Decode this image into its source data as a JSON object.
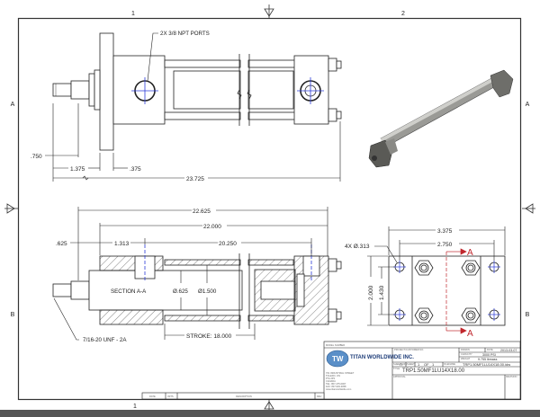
{
  "zones": {
    "columns": [
      "1",
      "2"
    ],
    "rows": [
      "A",
      "B"
    ]
  },
  "top_view": {
    "callout_ports": "2X 3/8 NPT PORTS",
    "dims": {
      "rod_thread_len": ".750",
      "rod_to_flange": "1.375",
      "flange_thickness": ".375",
      "overall": "23.725"
    }
  },
  "section_view": {
    "label": "SECTION A-A",
    "dims": {
      "overall": "22.625",
      "body": "22.000",
      "rod_ext": ".625",
      "port_offset": "1.313",
      "port_to_port": "20.250",
      "rod_dia": "Ø.625",
      "bore_dia": "Ø1.500",
      "stroke": "STROKE: 18.000"
    },
    "thread_callout": "7/16-20 UNF - 2A"
  },
  "end_view": {
    "holes_callout": "4X Ø.313",
    "dims": {
      "width": "3.375",
      "bolt_spacing": "2.750",
      "height": "2.000",
      "bolt_vertical": "1.430"
    },
    "section_marker": "A"
  },
  "title_block": {
    "model_number_label": "MODEL NUMBER",
    "company": "TITAN WORLDWIDE INC.",
    "address_lines": [
      "761 INDUSTRIAL STREET",
      "TOLEDO, ON",
      "P7A 2P2",
      "CANADA",
      "TEL: 807-475-0007",
      "FAX: 807-903-3058",
      "www.titanworldwide.com"
    ],
    "project_label": "PROJECT/CUSTOMER NO.",
    "drawn_label": "DRAWN",
    "date_label": "DATE",
    "date_value": "2013-03-07",
    "capacity_label": "CAPACITY",
    "capacity_value": "3000 PSI",
    "weight_label": "WEIGHT",
    "weight_value": "9.755 lbmass",
    "sheet_size_label": "SHEET SIZE",
    "sheet_size_value": "A",
    "sheet_label": "SHEET",
    "sheet_value": "1",
    "of_label": "OF",
    "of_value": "1",
    "filename_label": "FILENAME",
    "filename_value": "TRP1.50MF1LU14X18.00.idw",
    "title_label": "TITLE",
    "title_value": "TRP1.50MF1LU14X18.00",
    "approvals_label": "APPROVAL",
    "revision_label": "REVISION"
  },
  "revision_table": {
    "headers": [
      "DATE",
      "INITS",
      "DESCRIPTION",
      "REV"
    ]
  }
}
